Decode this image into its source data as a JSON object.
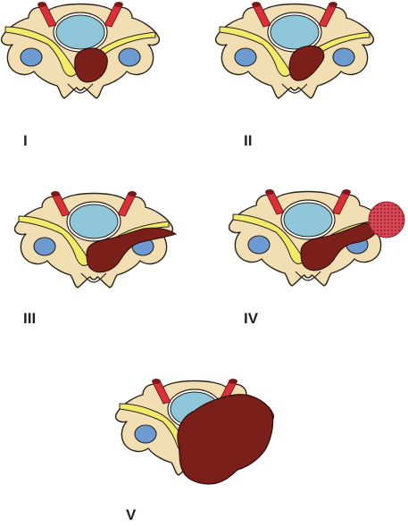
{
  "colors": {
    "bone": "#f1deb3",
    "bone_outline": "#2a2418",
    "spinal_cord": "#8fc6d9",
    "foramen": "#6d9ad0",
    "nerve": "#f3ea6a",
    "artery": "#d9303a",
    "tumor": "#7a1f1a",
    "tumor_mass": "#d23a4a"
  },
  "stages": [
    {
      "label": "I"
    },
    {
      "label": "II"
    },
    {
      "label": "III"
    },
    {
      "label": "IV"
    },
    {
      "label": "V"
    }
  ]
}
